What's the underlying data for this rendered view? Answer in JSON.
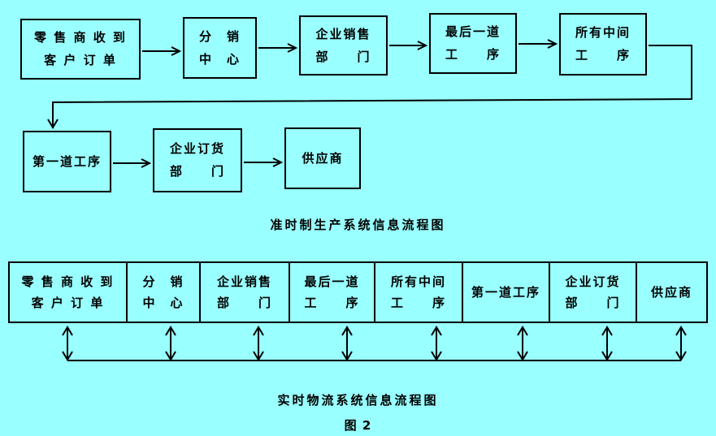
{
  "colors": {
    "background": "#99FFFF",
    "stroke": "#000000",
    "text": "#000000"
  },
  "jit_flow": {
    "caption": "准时制生产系统信息流程图",
    "row1": [
      {
        "lines": [
          "零 售 商 收 到",
          "客 户 订 单"
        ]
      },
      {
        "lines": [
          "分　销",
          "中　心"
        ]
      },
      {
        "lines": [
          "企业销售",
          "部　　门"
        ]
      },
      {
        "lines": [
          "最后一道",
          "工　　序"
        ]
      },
      {
        "lines": [
          "所有中间",
          "工　　序"
        ]
      }
    ],
    "row2": [
      {
        "lines": [
          "第一道工序"
        ]
      },
      {
        "lines": [
          "企业订货",
          "部　　门"
        ]
      },
      {
        "lines": [
          "供应商"
        ]
      }
    ]
  },
  "rt_flow": {
    "caption": "实时物流系统信息流程图",
    "cells": [
      {
        "lines": [
          "零 售 商 收 到",
          "客 户 订 单"
        ]
      },
      {
        "lines": [
          "分　销",
          "中　心"
        ]
      },
      {
        "lines": [
          "企业销售",
          "部　　门"
        ]
      },
      {
        "lines": [
          "最后一道",
          "工　　序"
        ]
      },
      {
        "lines": [
          "所有中间",
          "工　　序"
        ]
      },
      {
        "lines": [
          "第一道工序"
        ]
      },
      {
        "lines": [
          "企业订货",
          "部　　门"
        ]
      },
      {
        "lines": [
          "供应商"
        ]
      }
    ]
  },
  "figure_label": "图 2"
}
